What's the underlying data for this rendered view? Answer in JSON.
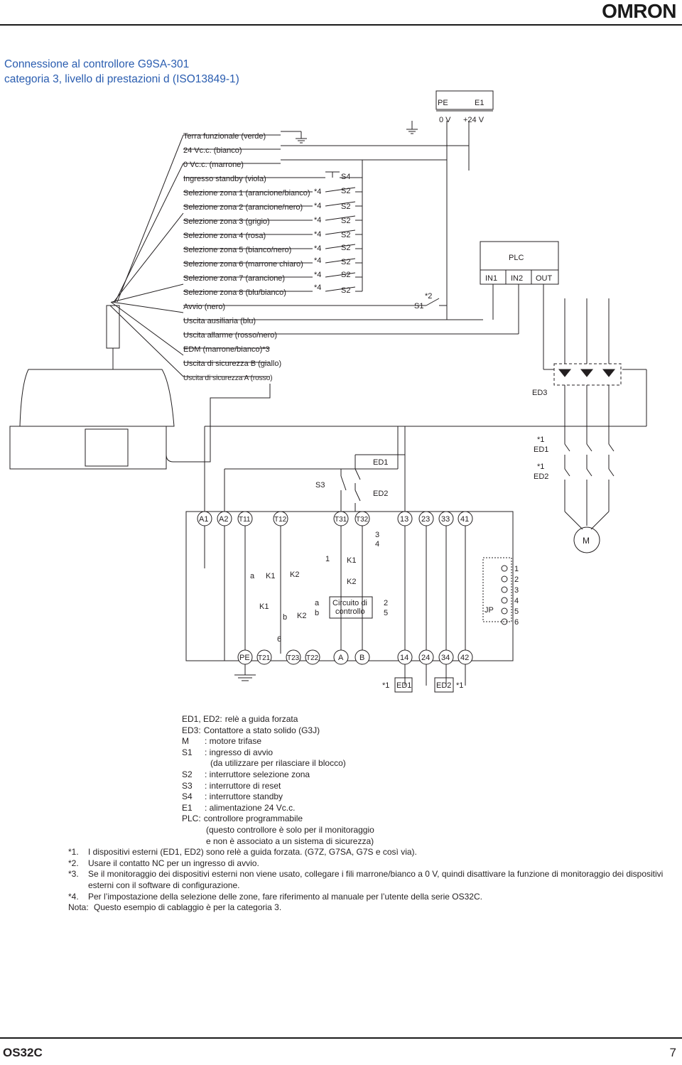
{
  "brand": "OMRON",
  "title_line1": "Connessione al controllore G9SA-301",
  "title_line2": "categoria 3, livello di prestazioni d (ISO13849-1)",
  "wires": [
    "Terra funzionale (verde)",
    "24 Vc.c. (bianco)",
    "0 Vc.c. (marrone)",
    "Ingresso standby (viola)",
    "Selezione zona 1 (arancione/bianco)",
    "Selezione zona 2 (arancione/nero)",
    "Selezione zona 3 (grigio)",
    "Selezione zona 4 (rosa)",
    "Selezione zona 5 (bianco/nero)",
    "Selezione zona 6 (marrone chiaro)",
    "Selezione zona 7 (arancione)",
    "Selezione zona 8 (blu/bianco)",
    "Avvio (nero)",
    "Uscita ausiliaria (blu)",
    "Uscita allarme (rosso/nero)",
    "EDM (marrone/bianco)*3",
    "Uscita di sicurezza B (giallo)",
    "Uscita di sicurezza A (rosso)"
  ],
  "labels": {
    "pe": "PE",
    "e1": "E1",
    "ov": "0 V",
    "v24": "+24 V",
    "s4": "S4",
    "s2": "S2",
    "star4": "*4",
    "s1": "S1",
    "star2": "*2",
    "plc": "PLC",
    "in1": "IN1",
    "in2": "IN2",
    "out": "OUT",
    "ed3": "ED3",
    "star1": "*1",
    "ed1": "ED1",
    "ed2": "ED2",
    "s3": "S3",
    "m": "M",
    "circ1": "Circuito di",
    "circ2": "controllo",
    "jp": "JP",
    "k1": "K1",
    "k2": "K2",
    "a": "a",
    "b": "b",
    "one": "1",
    "six": "6",
    "n3": "3",
    "n4": "4",
    "n2": "2",
    "n5": "5"
  },
  "top_terminals": [
    "A1",
    "A2",
    "T11",
    "T12",
    "T31",
    "T32",
    "13",
    "23",
    "33",
    "41"
  ],
  "bottom_terminals": [
    "PE",
    "T21",
    "T23",
    "T22",
    "A",
    "B",
    "14",
    "24",
    "34",
    "42"
  ],
  "jp_numbers": [
    "1",
    "2",
    "3",
    "4",
    "5",
    "6"
  ],
  "legend": [
    {
      "key": "ED1, ED2:",
      "text": "relè a guida forzata"
    },
    {
      "key": "ED3:",
      "text": "Contattore a stato solido (G3J)"
    },
    {
      "key": "M",
      "text": ": motore trifase"
    },
    {
      "key": "S1",
      "text": ": ingresso di avvio"
    },
    {
      "key": "",
      "text": "(da utilizzare per rilasciare il blocco)"
    },
    {
      "key": "S2",
      "text": ": interruttore selezione zona"
    },
    {
      "key": "S3",
      "text": ": interruttore di reset"
    },
    {
      "key": "S4",
      "text": ": interruttore standby"
    },
    {
      "key": "E1",
      "text": ": alimentazione 24 Vc.c."
    },
    {
      "key": "PLC:",
      "text": "controllore programmabile"
    },
    {
      "key": "",
      "text": "(questo controllore è solo per il monitoraggio"
    },
    {
      "key": "",
      "text": "e non è associato a un sistema di sicurezza)"
    }
  ],
  "notes": [
    {
      "num": "*1.",
      "text": "I dispositivi esterni (ED1, ED2) sono relè a guida forzata. (G7Z, G7SA, G7S e così via)."
    },
    {
      "num": "*2.",
      "text": "Usare il contatto NC per un ingresso di avvio."
    },
    {
      "num": "*3.",
      "text": "Se il monitoraggio dei dispositivi esterni non viene usato, collegare i fili marrone/bianco a 0 V, quindi disattivare la funzione di monitoraggio dei dispositivi esterni con il software di configurazione."
    },
    {
      "num": "*4.",
      "text": "Per l’impostazione della selezione delle zone, fare riferimento al manuale per l’utente della serie OS32C."
    },
    {
      "num": "Nota:",
      "text": "Questo esempio di cablaggio è per la categoria 3."
    }
  ],
  "footer_left": "OS32C",
  "footer_right": "7"
}
